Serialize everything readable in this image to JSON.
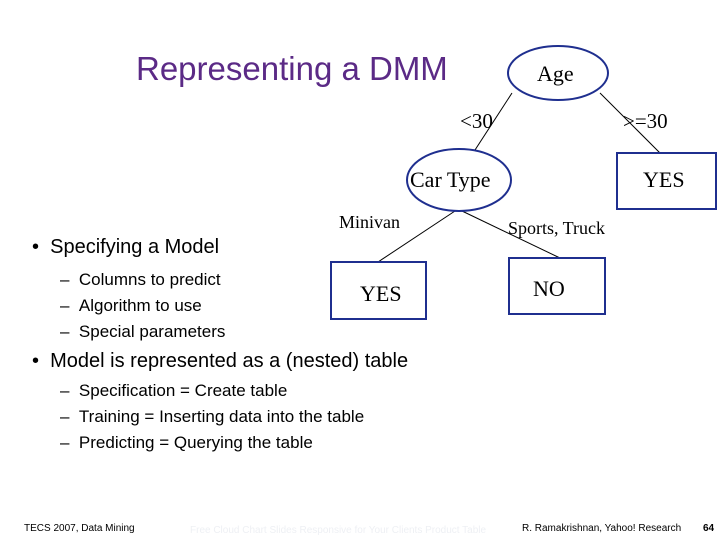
{
  "slide": {
    "title": "Representing a DMM",
    "tree": {
      "root": "Age",
      "branch_left": "<30",
      "branch_right": ">=30",
      "car_type": "Car Type",
      "yes_right": "YES",
      "branch_minivan": "Minivan",
      "branch_sports": "Sports, Truck",
      "yes_left": "YES",
      "no": "NO"
    },
    "bullets": [
      {
        "text": "Specifying a Model",
        "sub": [
          "Columns to predict",
          "Algorithm to use",
          "Special parameters"
        ]
      },
      {
        "text": "Model is represented as a (nested) table",
        "sub": [
          "Specification = Create table",
          "Training = Inserting data into the table",
          "Predicting = Querying the table"
        ]
      }
    ],
    "footer": {
      "left": "TECS 2007, Data Mining",
      "watermark": "Free Cloud Chart Slides Responsive for Your Clients Product Table",
      "right": "R. Ramakrishnan, Yahoo! Research",
      "page": "64"
    }
  }
}
